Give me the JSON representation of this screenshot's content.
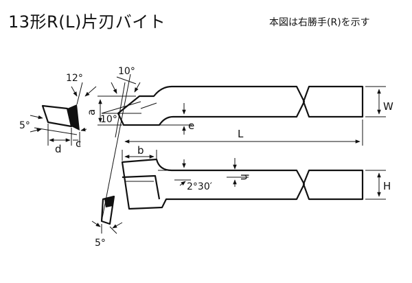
{
  "title": "13形R(L)片刃バイト",
  "note": "本図は右勝手(R)を示す",
  "dimensions": {
    "W": "W",
    "H": "H",
    "L": "L",
    "a": "a",
    "b": "b",
    "c": "c",
    "d": "d",
    "e": "e",
    "h": "h"
  },
  "angles": {
    "top_left": "12°",
    "top_right": "10°",
    "side": "10°",
    "left": "5°",
    "bottom": "5°",
    "clearance": "2°30′"
  }
}
